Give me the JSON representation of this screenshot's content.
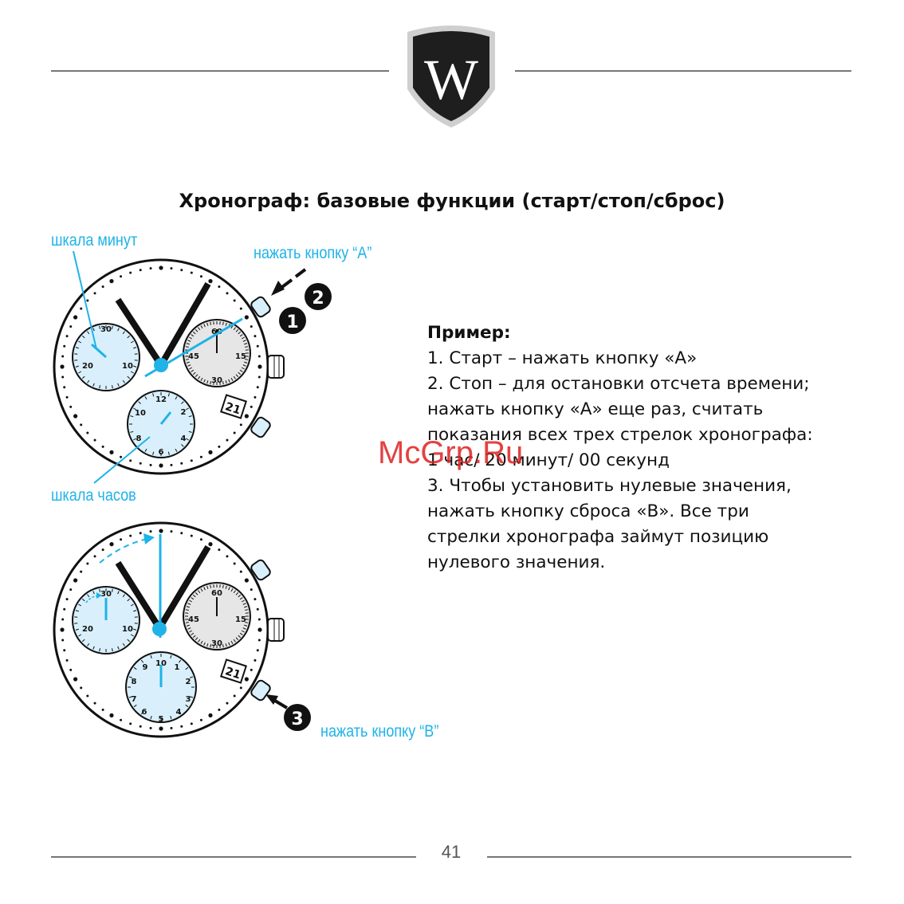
{
  "title": "Хронограф: базовые функции (старт/стоп/сброс)",
  "logo": {
    "letter": "W"
  },
  "labels": {
    "minute_scale": "шкала минут",
    "hour_scale": "шкала часов",
    "press_a": "нажать кнопку “A”",
    "press_b": "нажать кнопку “B”"
  },
  "steps": {
    "one": "1",
    "two": "2",
    "three": "3"
  },
  "watch_top": {
    "minutes_dial": {
      "n30": "30",
      "n20": "20",
      "n10": "10"
    },
    "seconds_dial": {
      "n60": "60",
      "n15": "15",
      "n45": "45",
      "n30": "30"
    },
    "hours_dial": {
      "n12": "12",
      "n2": "2",
      "n4": "4",
      "n6": "6",
      "n8": "8",
      "n10": "10"
    },
    "date": "21"
  },
  "watch_bottom": {
    "minutes_dial": {
      "n30": "30",
      "n20": "20",
      "n10": "10"
    },
    "seconds_dial": {
      "n60": "60",
      "n15": "15",
      "n45": "45",
      "n30": "30"
    },
    "hours_dial": {
      "n10": "10",
      "n1": "1",
      "n2": "2",
      "n3": "3",
      "n4": "4",
      "n5": "5",
      "n6": "6",
      "n7": "7",
      "n8": "8",
      "n9": "9"
    },
    "date": "21"
  },
  "example": {
    "heading": "Пример:",
    "lines": [
      "1. Старт – нажать кнопку «А»",
      "2. Стоп – для остановки отсчета времени;",
      "нажать кнопку «А» еще раз, считать",
      "показания всех трех стрелок хронографа:",
      "1 час/ 20 минут/ 00 секунд",
      "3. Чтобы установить нулевые значения,",
      "нажать кнопку сброса «В». Все три",
      "стрелки хронографа займут позицию",
      "нулевого значения."
    ]
  },
  "watermark": "McGrp.Ru",
  "page_number": "41",
  "colors": {
    "cyan": "#1fb3e8",
    "light_blue": "#d9f0fc",
    "grey_dial": "#e6e6e6",
    "watermark": "#e02020"
  }
}
